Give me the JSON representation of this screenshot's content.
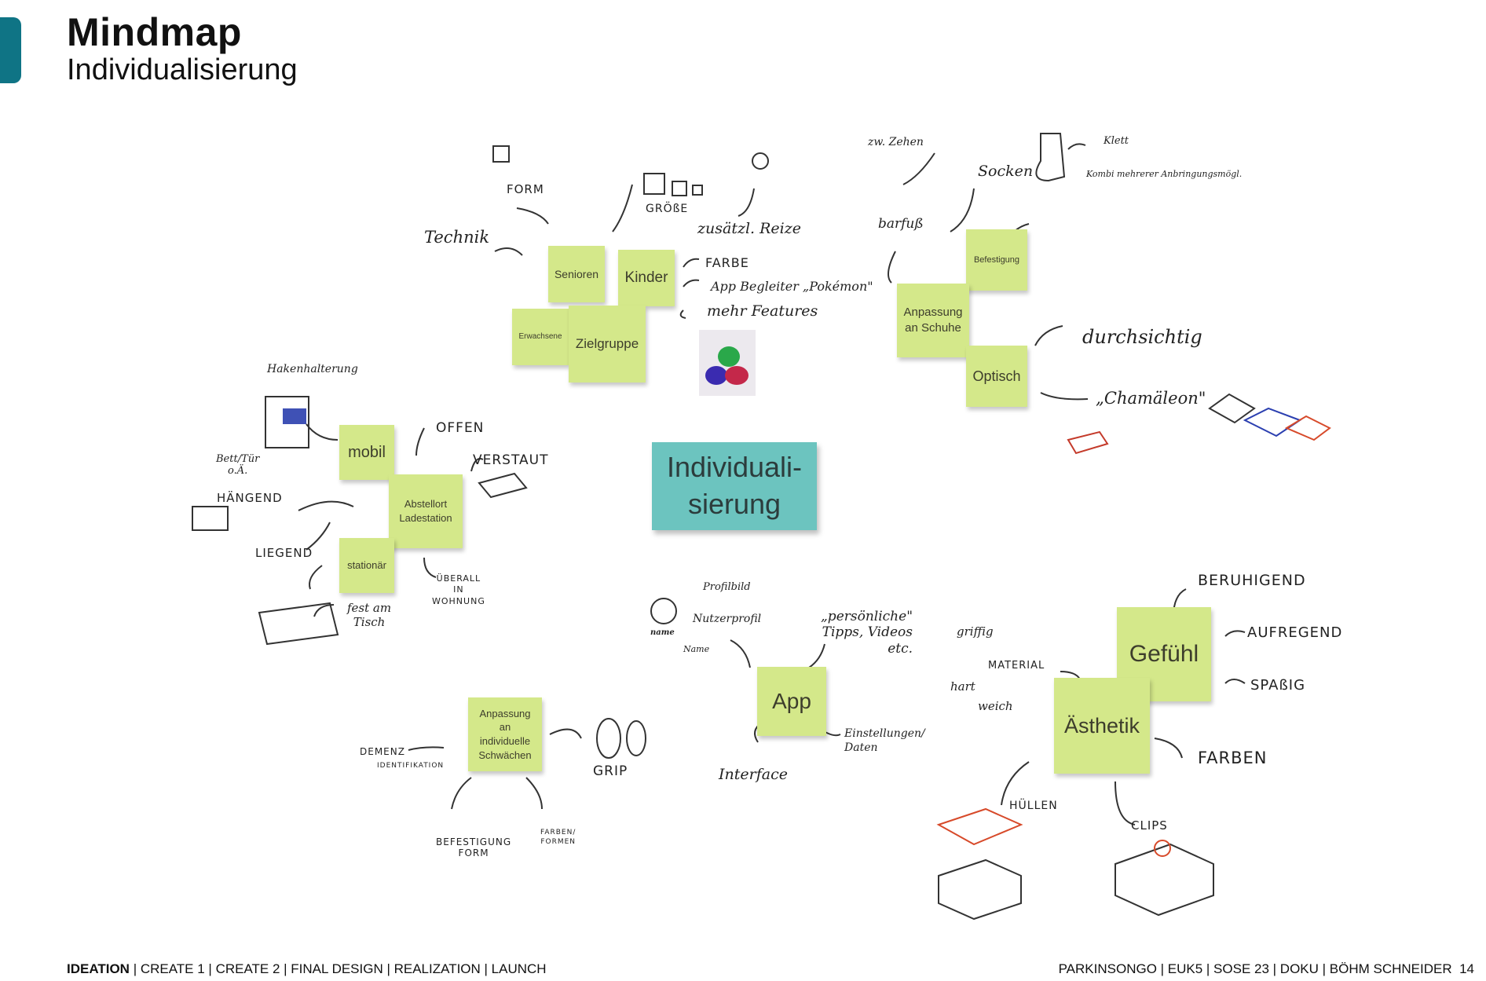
{
  "header": {
    "title": "Mindmap",
    "subtitle": "Individualisierung"
  },
  "center": {
    "label": "Individuali-\nsierung"
  },
  "notes": {
    "senioren": "Senioren",
    "kinder": "Kinder",
    "erwachsene": "Erwachsene",
    "zielgruppe": "Zielgruppe",
    "befestigung": "Befestigung",
    "anpassung_schuhe": "Anpassung\nan Schuhe",
    "optisch": "Optisch",
    "mobil": "mobil",
    "abstellort": "Abstellort\nLadestation",
    "stationaer": "stationär",
    "anpassung_schwaechen": "Anpassung\nan\nindividuelle\nSchwächen",
    "app": "App",
    "gefuehl": "Gefühl",
    "aesthetik": "Ästhetik"
  },
  "annotations": {
    "form": "FORM",
    "groesse": "GRÖßE",
    "technik": "Technik",
    "zusaetzl_reize": "zusätzl. Reize",
    "farbe": "FARBE",
    "app_begleiter": "App Begleiter „Pokémon\"",
    "mehr_features": "mehr Features",
    "zw_zehen": "zw. Zehen",
    "barfuss": "barfuß",
    "socken": "Socken",
    "klett": "Klett",
    "kombi": "Kombi mehrerer Anbringungsmögl.",
    "durchsichtig": "durchsichtig",
    "chamaeleon": "„Chamäleon\"",
    "hakenhalterung": "Hakenhalterung",
    "offen": "OFFEN",
    "verstaut": "VERSTAUT",
    "bett_tuer": "Bett/Tür\no.Ä.",
    "haengend": "HÄNGEND",
    "liegend": "LIEGEND",
    "ueberall": "ÜBERALL\nIN\nWOHNUNG",
    "fest_tisch": "fest am\nTisch",
    "profilbild": "Profilbild",
    "nutzerprofil": "Nutzerprofil",
    "name_icon": "name",
    "name": "Name",
    "tipps": "„persönliche\"\nTipps, Videos\netc.",
    "einstellungen": "Einstellungen/\nDaten",
    "interface": "Interface",
    "demenz": "DEMENZ",
    "identifikation": "IDENTIFIKATION",
    "grip": "GRIP",
    "befestigung_form": "BEFESTIGUNG\nFORM",
    "farben_formen": "FARBEN/\nFORMEN",
    "beruhigend": "BERUHIGEND",
    "aufregend": "AUFREGEND",
    "spassig": "SPAßIG",
    "griffig": "griffig",
    "material": "MATERIAL",
    "hart": "hart",
    "weich": "weich",
    "farben": "FARBEN",
    "huellen": "HÜLLEN",
    "clips": "CLIPS"
  },
  "footer": {
    "nav_active": "IDEATION",
    "nav_rest": " | CREATE 1 | CREATE 2 | FINAL DESIGN | REALIZATION | LAUNCH",
    "meta": "PARKINSONGO | EUK5 | SOSE 23 | DOKU | BÖHM SCHNEIDER",
    "page": "14"
  },
  "colors": {
    "accent": "#0f7485",
    "sticky": "#d4e88a",
    "center": "#6cc4bf"
  }
}
